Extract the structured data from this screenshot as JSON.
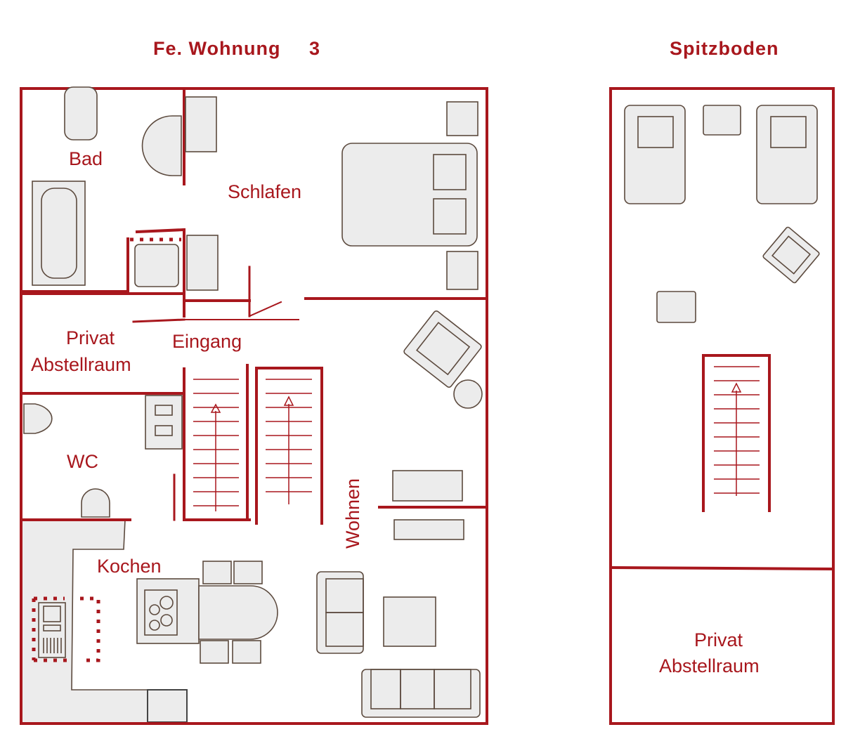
{
  "titles": {
    "apartment": "Fe. Wohnung",
    "apartment_number": "3",
    "attic": "Spitzboden"
  },
  "rooms": {
    "bad": "Bad",
    "schlafen": "Schlafen",
    "privat_1": "Privat",
    "abstellraum_1": "Abstellraum",
    "eingang": "Eingang",
    "wc": "WC",
    "wohnen": "Wohnen",
    "kochen": "Kochen",
    "privat_2": "Privat",
    "abstellraum_2": "Abstellraum"
  },
  "colors": {
    "wall": "#a8171d",
    "furniture_fill": "#ececec",
    "furniture_stroke": "#5c4a3e",
    "background": "#ffffff"
  }
}
